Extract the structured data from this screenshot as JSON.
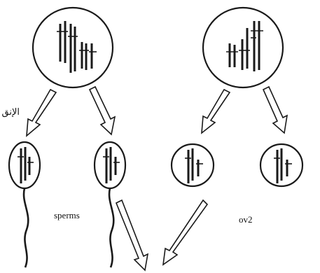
{
  "labels": {
    "division": "الإنق",
    "sperms": "sperms",
    "ov2": "ov2"
  },
  "colors": {
    "ink": "#1a1a1a",
    "paper": "#ffffff"
  }
}
